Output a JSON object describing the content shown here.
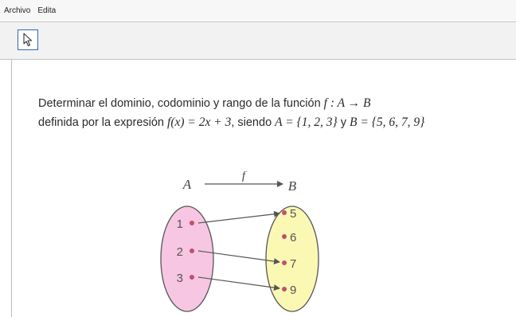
{
  "menubar": {
    "items": [
      {
        "label": "Archivo"
      },
      {
        "label": "Edita"
      }
    ]
  },
  "toolbar": {
    "tools": [
      {
        "icon": "pointer-arrow-icon"
      }
    ]
  },
  "problem": {
    "line1_text": "Determinar el dominio, codominio y rango de la función ",
    "line1_math": "f : A → B",
    "line2_text_a": "definida por la expresión ",
    "line2_math_a": "f(x) = 2x + 3",
    "line2_text_b": ", siendo ",
    "line2_math_b": "A = {1, 2, 3}",
    "line2_text_c": " y ",
    "line2_math_c": "B = {5, 6, 7, 9}"
  },
  "diagram": {
    "set_a_label": "A",
    "set_b_label": "B",
    "function_label": "f",
    "domain": [
      "1",
      "2",
      "3"
    ],
    "codomain": [
      "5",
      "6",
      "7",
      "9"
    ],
    "mappings": [
      {
        "from": "1",
        "to": "5"
      },
      {
        "from": "2",
        "to": "7"
      },
      {
        "from": "3",
        "to": "9"
      }
    ],
    "colors": {
      "set_a_fill": "#f7c6e3",
      "set_b_fill": "#fbf8b4",
      "dot": "#c0506b",
      "line": "#555555"
    }
  }
}
